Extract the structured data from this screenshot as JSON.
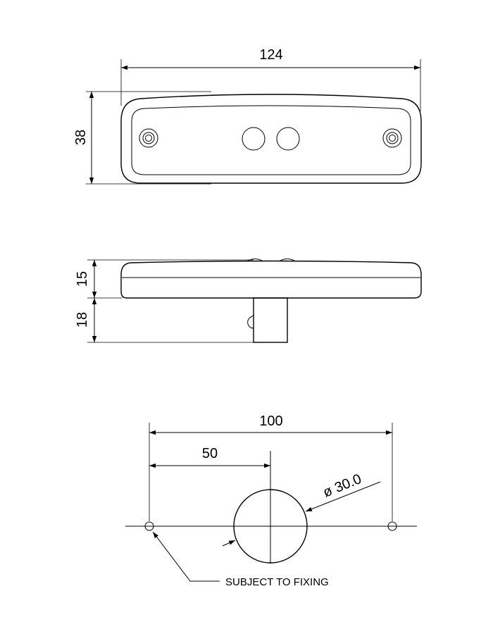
{
  "top_view": {
    "width_dim": "124",
    "height_dim": "38"
  },
  "side_view": {
    "body_height_dim": "15",
    "stem_height_dim": "18"
  },
  "mounting_view": {
    "hole_spacing_dim": "100",
    "center_offset_dim": "50",
    "hole_diameter_dim": "ø 30.0",
    "fixing_note": "SUBJECT TO FIXING"
  }
}
